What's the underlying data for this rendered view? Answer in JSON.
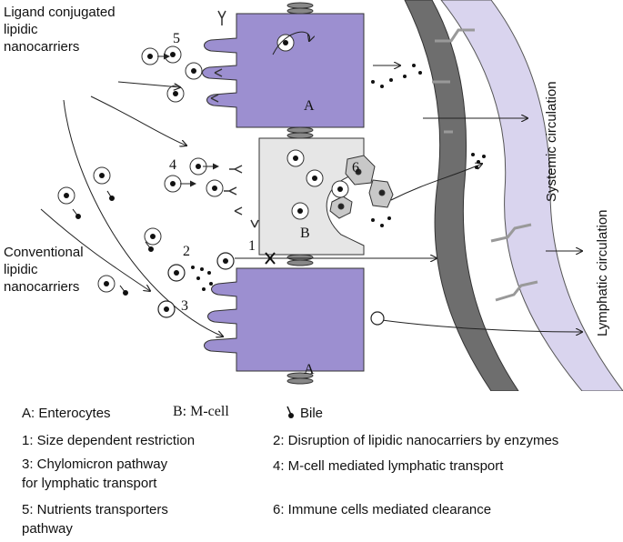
{
  "labels": {
    "ligand": "Ligand conjugated\nlipidic\nnanocarriers",
    "conventional": "Conventional\nlipidic\nnanocarriers",
    "systemic": "Systemic circulation",
    "lymphatic": "Lymphatic circulation",
    "cell_a_top": "A",
    "cell_b": "B",
    "cell_a_bottom": "A",
    "n1": "1",
    "n2": "2",
    "n3": "3",
    "n4": "4",
    "n5": "5",
    "n6": "6"
  },
  "legend": {
    "a": "A: Enterocytes",
    "b": "B: M-cell",
    "bile": "Bile",
    "item1": "1: Size dependent restriction",
    "item2": "2: Disruption of lipidic nanocarriers by enzymes",
    "item3": "3: Chylomicron pathway\n   for lymphatic transport",
    "item4": "4: M-cell mediated lymphatic transport",
    "item5": "5: Nutrients transporters\n   pathway",
    "item6": "6: Immune cells mediated clearance"
  },
  "colors": {
    "enterocyte": "#9c8fd0",
    "mcell": "#e6e6e6",
    "blood_vessel": "#6e6e6e",
    "lymph_vessel": "#d9d4ee"
  }
}
